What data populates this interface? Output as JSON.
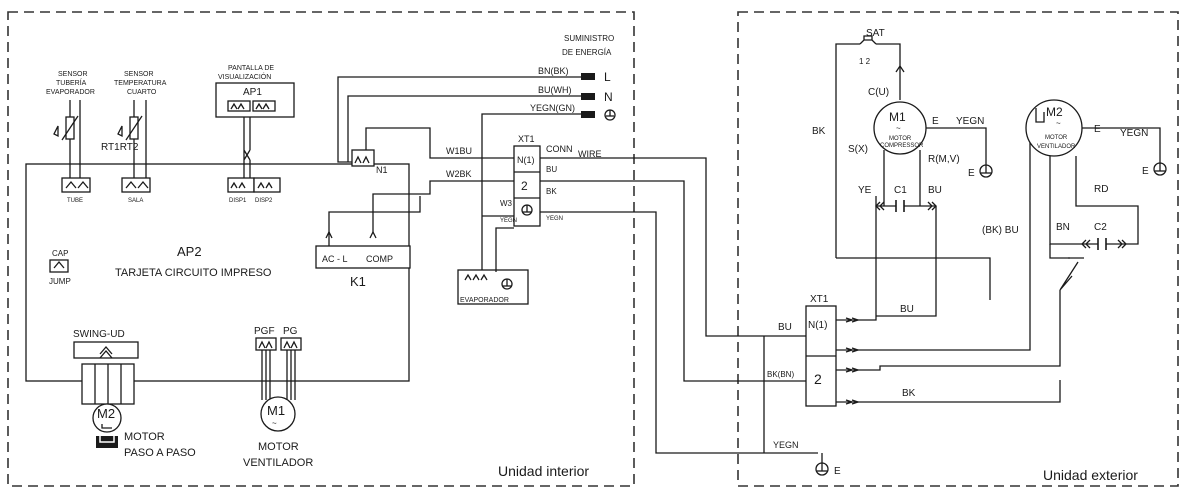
{
  "zones": {
    "indoor": "Unidad interior",
    "outdoor": "Unidad exterior"
  },
  "power": {
    "title_line1": "SUMINISTRO",
    "title_line2": "DE ENERGÍA",
    "wire_bk": "BN(BK)",
    "wire_wh": "BU(WH)",
    "wire_gn": "YEGN(GN)",
    "term_l": "L",
    "term_n": "N"
  },
  "sensors": {
    "pipe_line1": "SENSOR",
    "pipe_line2": "TUBERÍA",
    "pipe_line3": "EVAPORADOR",
    "room_line1": "SENSOR",
    "room_line2": "TEMPERATURA",
    "room_line3": "CUARTO",
    "rt1rt2": "RT1RT2",
    "tube": "TUBE",
    "room": "SALA"
  },
  "display": {
    "line1": "PANTALLA DE",
    "line2": "VISUALIZACIÓN",
    "ap1": "AP1",
    "disp1": "DISP1",
    "disp2": "DISP2"
  },
  "board": {
    "name": "AP2",
    "desc": "TARJETA CIRCUITO IMPRESO",
    "cap": "CAP",
    "jump": "JUMP",
    "swing": "SWING-UD",
    "pgf": "PGF",
    "pg": "PG",
    "n1": "N1"
  },
  "relay": {
    "name": "K1",
    "acl": "AC - L",
    "comp": "COMP"
  },
  "indoor_wires": {
    "w1": "W1BU",
    "w2": "W2BK",
    "w3": "W3",
    "conn": "CONN",
    "wire": "WIRE",
    "bu": "BU",
    "bk": "BK",
    "yegn": "YEGN",
    "yegn2": "YEGN"
  },
  "xt1_indoor": {
    "name": "XT1",
    "n1": "N(1)",
    "t2": "2"
  },
  "evaporator": "EVAPORADOR",
  "motors_indoor": {
    "m2": "M2",
    "m2_line1": "MOTOR",
    "m2_line2": "PASO A PASO",
    "m1": "M1",
    "m1_line1": "MOTOR",
    "m1_line2": "VENTILADOR"
  },
  "xt1_outdoor": {
    "name": "XT1",
    "n1": "N(1)",
    "t2": "2",
    "bu": "BU",
    "bkbn": "BK(BN)"
  },
  "compressor": {
    "m1": "M1",
    "line1": "MOTOR",
    "line2": "COMPRESSOR",
    "sat": "SAT",
    "sat_pins": "1  2",
    "c": "C(U)",
    "s": "S(X)",
    "r": "R(M,V)",
    "e": "E",
    "yegn": "YEGN",
    "ye": "YE",
    "c1": "C1",
    "bu": "BU",
    "bk": "BK",
    "earth": "E"
  },
  "fan_outdoor": {
    "m2": "M2",
    "line1": "MOTOR",
    "line2": "VENTILADOR",
    "e": "E",
    "yegn": "YEGN",
    "rd": "RD",
    "bn": "BN",
    "c2": "C2",
    "bkbu": "(BK) BU",
    "earth": "E"
  },
  "outdoor_wires": {
    "bu": "BU",
    "bk": "BK",
    "yegn": "YEGN",
    "earth": "E"
  }
}
